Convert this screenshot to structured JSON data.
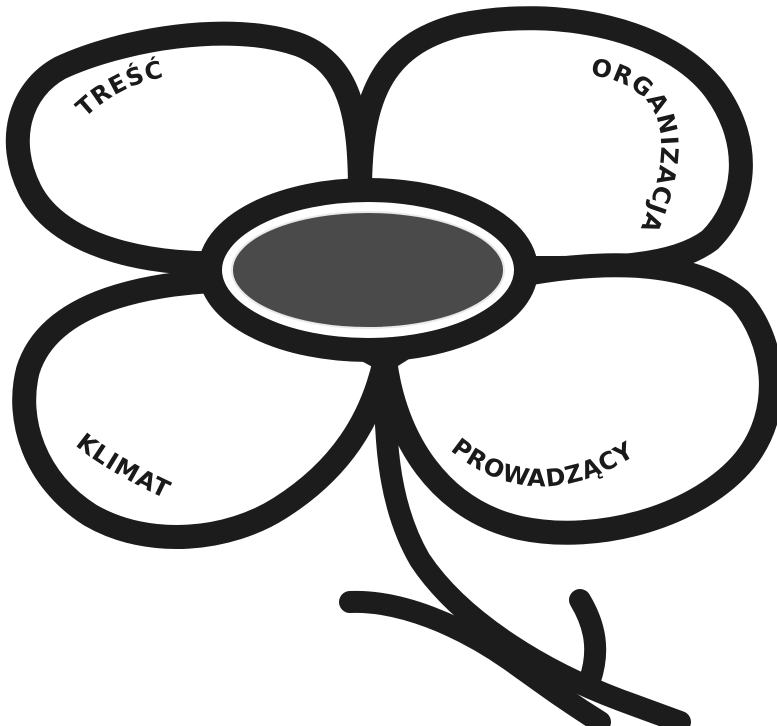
{
  "diagram": {
    "petals": [
      {
        "id": "top-left",
        "label": "TREŚĆ"
      },
      {
        "id": "top-right",
        "label": "ORGANIZACJA"
      },
      {
        "id": "bottom-left",
        "label": "KLIMAT"
      },
      {
        "id": "bottom-right",
        "label": "PROWADZĄCY"
      }
    ],
    "colors": {
      "ink": "#1c1c1c",
      "paper": "#ffffff",
      "center_fill": "#4a4a4a"
    }
  }
}
